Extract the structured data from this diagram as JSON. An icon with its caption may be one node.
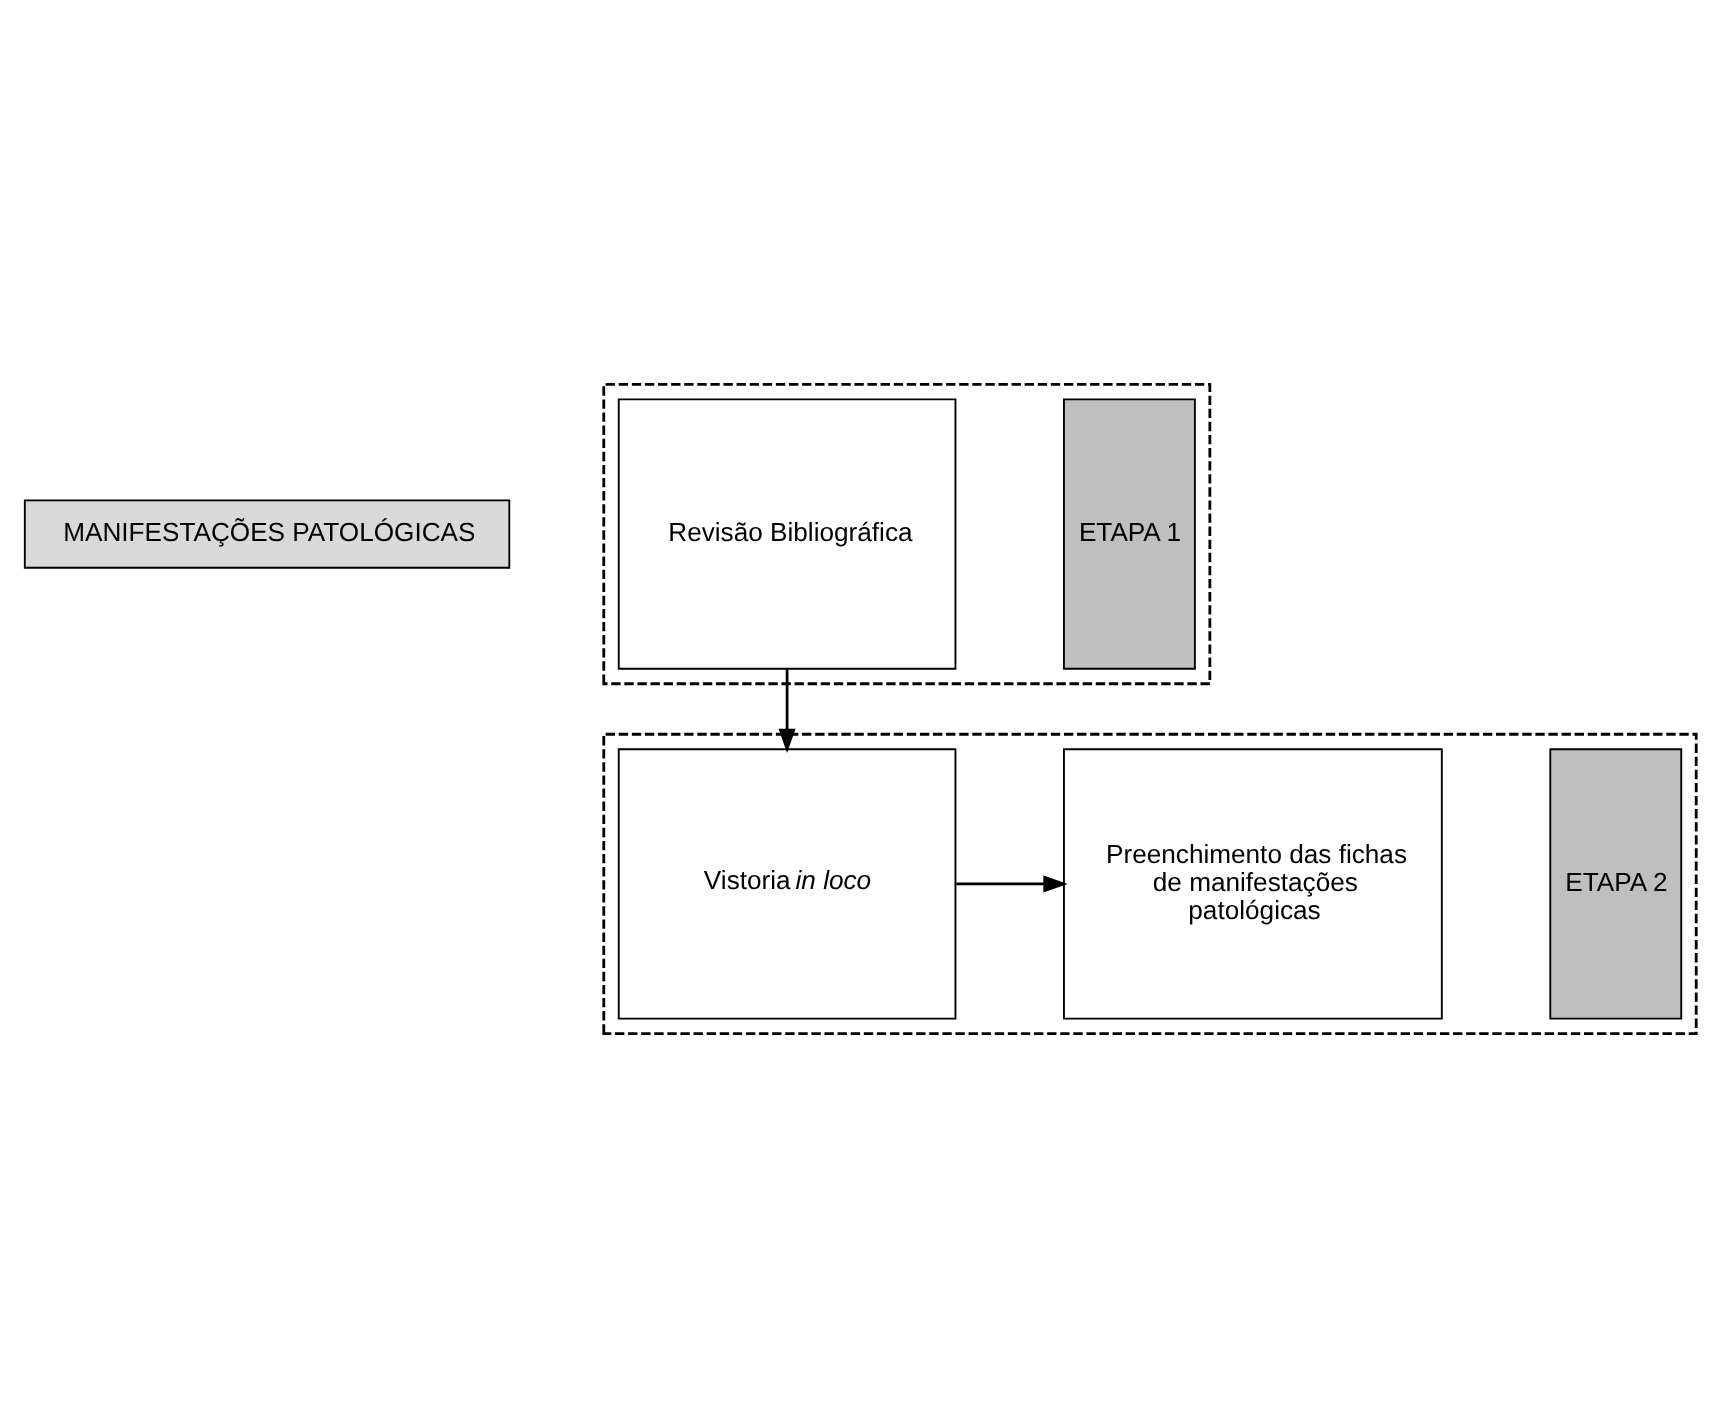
{
  "diagram": {
    "nodes": [
      {
        "text": [
          "MANIFESTAÇÕES PATOLÓGICAS"
        ]
      },
      {
        "text": [],
        "shape": "box"
      },
      {
        "text": [
          "ETAPA 1"
        ],
        "in": 1
      },
      {
        "text": [
          "Revisão Bibliográfica"
        ],
        "in": 1
      },
      {
        "text": [],
        "shape": "box"
      },
      {
        "text": [
          "ETAPA 2"
        ],
        "in": 4
      },
      {
        "text": [
          "Vistoria *in loco*"
        ],
        "in": 4
      },
      {
        "text": [
          "Preenchimento das fichas de manifestações patológicas"
        ],
        "in": 4
      }
    ],
    "edges": [
      {
        "from": 3,
        "to": 6,
        "arrow": "to"
      },
      {
        "from": 6,
        "to": 7,
        "arrow": "to"
      }
    ]
  }
}
